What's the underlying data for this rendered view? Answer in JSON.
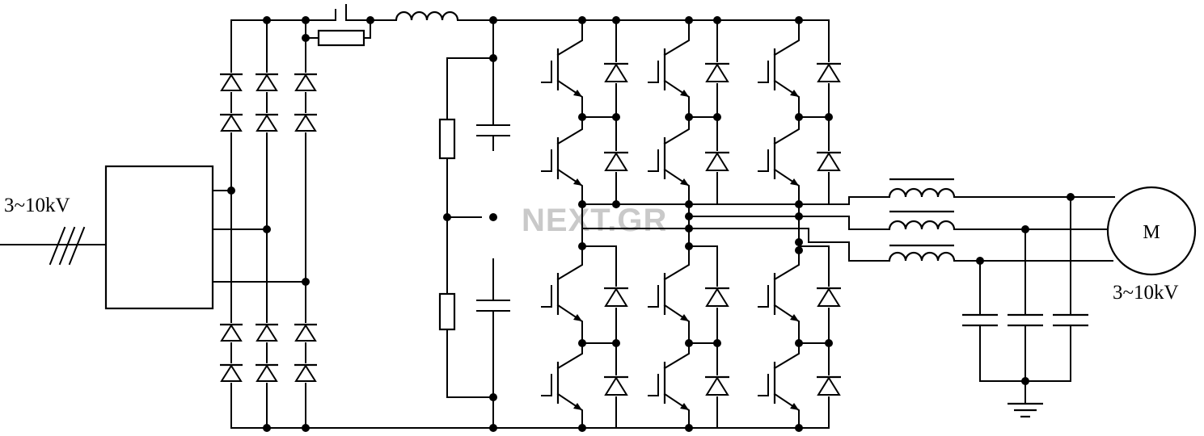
{
  "input_label": "3~10kV",
  "output_label": "3~10kV",
  "motor_label": "M",
  "watermark": "NEXT.GR"
}
